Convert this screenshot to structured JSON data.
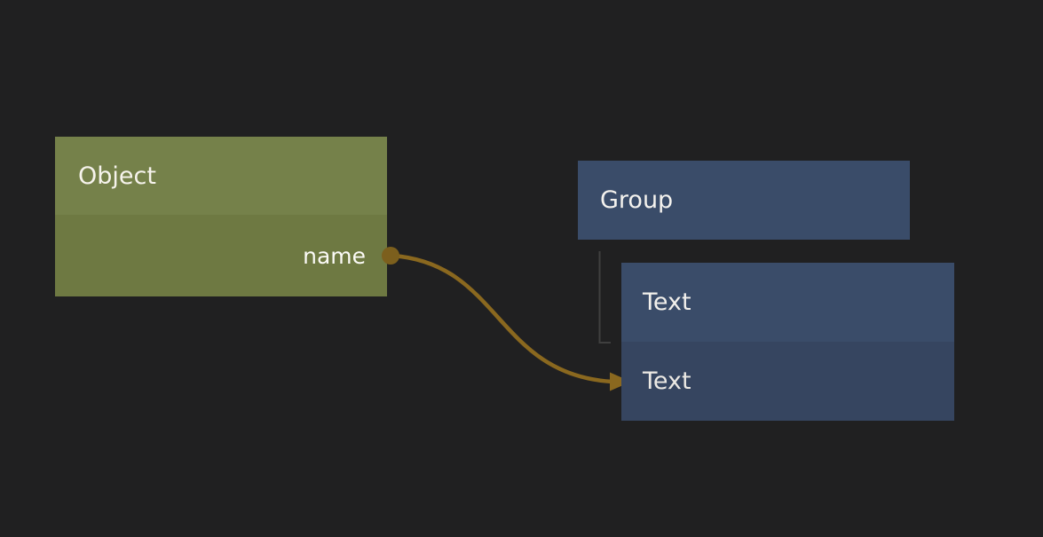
{
  "canvas": {
    "background_color": "#202021"
  },
  "nodes": [
    {
      "id": "object",
      "title": "Object",
      "colors": {
        "header": "#75814a",
        "body": "#6e7942"
      },
      "outputs": [
        {
          "label": "name",
          "port_color": "#7c5f1d"
        }
      ]
    },
    {
      "id": "group",
      "title": "Group",
      "colors": {
        "header": "#3a4c69"
      }
    },
    {
      "id": "text",
      "title": "Text",
      "colors": {
        "header": "#3a4c69",
        "row": "#364560"
      },
      "rows": [
        {
          "label": "Text"
        }
      ]
    }
  ],
  "connections": [
    {
      "from": "Object.name",
      "to": "Text",
      "type": "bezier-arrow",
      "color": "#8a681f"
    }
  ],
  "hierarchy_links": [
    {
      "from": "Group",
      "to": "Text",
      "type": "elbow",
      "color": "#3f3f3f"
    }
  ]
}
